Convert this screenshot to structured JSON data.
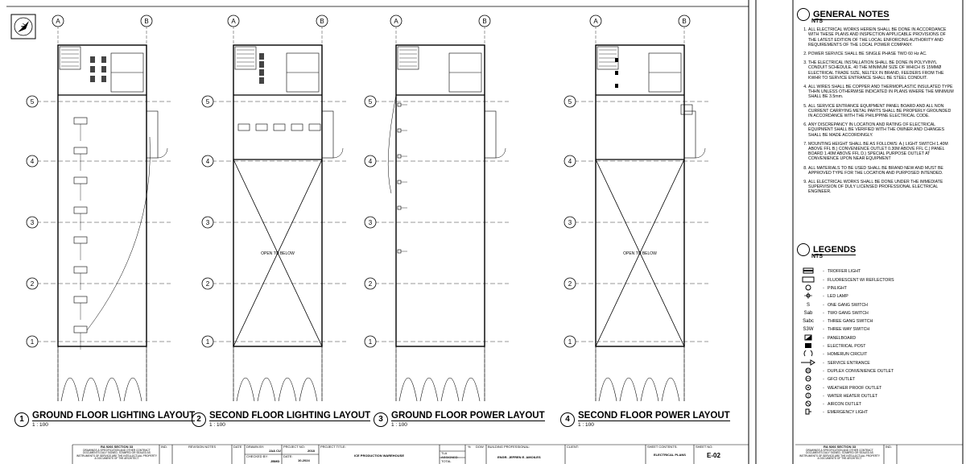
{
  "plans": [
    {
      "num": "1",
      "title": "GROUND FLOOR LIGHTING LAYOUT",
      "scale": "1 : 100"
    },
    {
      "num": "2",
      "title": "SECOND FLOOR LIGHTING LAYOUT",
      "scale": "1 : 100",
      "label": "OPEN TO BELOW"
    },
    {
      "num": "3",
      "title": "GROUND FLOOR POWER LAYOUT",
      "scale": "1 : 100"
    },
    {
      "num": "4",
      "title": "SECOND FLOOR POWER LAYOUT",
      "scale": "1 : 100",
      "label": "OPEN TO BELOW"
    }
  ],
  "grid": {
    "columns": [
      "A",
      "B"
    ],
    "rows": [
      "5",
      "4",
      "3",
      "2",
      "1"
    ]
  },
  "general_notes": {
    "title": "GENERAL NOTES",
    "nts": "NTS",
    "items": [
      "ALL ELECTRICAL WORKS HEREIN SHALL BE DONE IN ACCORDANCE WITH THESE PLANS AND INSPECTION APPLICABLE PROVISIONS OF THE LATEST EDITION OF THE LOCAL ENFORCING AUTHORITY AND REQUIREMENTS OF THE LOCAL POWER COMPANY.",
      "POWER SERVICE SHALL BE SINGLE PHASE TWO 60 Hz AC.",
      "THE ELECTRICAL INSTALLATION SHALL BE DONE IN POLYVINYL CONDUIT SCHEDULE, 40 THE MINIMUM SIZE OF WHICH IS 15MMØ ELECTRICAL TRADE SIZE, NELTEX IN BRAND, FEEDERS FROM THE KWHR TO SERVICE ENTRANCE SHALL BE STEEL CONDUIT.",
      "ALL WIRES SHALL BE COPPER AND THERMOPLASTIC INSULATED TYPE THHN UNLESS OTHERWISE INDICATED IN PLANS WHERE THE MINIMUM SHALL BE 3.5mm.",
      "ALL SERVICE ENTRANCE EQUIPMENT PANEL BOARD AND ALL NON CURRENT CARRYING METAL PARTS SHALL BE PROPERLY GROUNDED IN ACCORDANCE WITH THE PHILIPPINE ELECTRICAL CODE.",
      "ANY DISCREPANCY IN LOCATION AND RATING OF ELECTRICAL EQUIPMENT SHALL BE VERIFIED WITH THE OWNER AND CHANGES SHALL BE MADE ACCORDINGLY.",
      "MOUNTING HEIGHT SHALL BE AS FOLLOWS: A.) LIGHT SWITCH 1.40M ABOVE FFL  B.) CONVENIENCE OUTLET 0.30M ABOVE FFL  C.) PANEL BOARD 1.40M ABOVE FFL  D.) SPECIAL PURPOSE OUTLET AT CONVENIENCE UPON NEAR EQUIPMENT",
      "ALL MATERIALS TO BE USED SHALL BE BRAND NEW AND MUST BE APPROVED TYPE FOR THE LOCATION AND PURPOSED INTENDED.",
      "ALL ELECTRICAL WORKS SHALL BE DONE UNDER THE IMMEDIATE SUPERVISION OF DULY LICENSED PROFESSIONAL ELECTRICAL ENGINEER."
    ]
  },
  "legends": {
    "title": "LEGENDS",
    "nts": "NTS",
    "items": [
      {
        "sym": "troffer",
        "label": "TROFFER LIGHT"
      },
      {
        "sym": "fluorescent",
        "label": "FLUORESCENT W/ REFLECTORS"
      },
      {
        "sym": "pinlight",
        "label": "PINLIGHT"
      },
      {
        "sym": "led",
        "label": "LED LAMP"
      },
      {
        "sym": "S",
        "label": "ONE GANG SWITCH"
      },
      {
        "sym": "Sab",
        "label": "TWO GANG SWITCH"
      },
      {
        "sym": "Sabc",
        "label": "THREE GANG SWITCH"
      },
      {
        "sym": "S3W",
        "label": "THREE WAY SWITCH"
      },
      {
        "sym": "panel",
        "label": "PANELBOARD"
      },
      {
        "sym": "post",
        "label": "ELECTRICAL POST"
      },
      {
        "sym": "homerun",
        "label": "HOMERUN CIRCUIT"
      },
      {
        "sym": "service",
        "label": "SERVICE ENTRANCE"
      },
      {
        "sym": "duplex",
        "label": "DUPLEX CONVENIENCE OUTLET"
      },
      {
        "sym": "gfci",
        "label": "GFCI OUTLET"
      },
      {
        "sym": "wp",
        "label": "WEATHER PROOF OUTLET"
      },
      {
        "sym": "wh",
        "label": "WATER HEATER OUTLET"
      },
      {
        "sym": "aircon",
        "label": "AIRCON OUTLET"
      },
      {
        "sym": "emergency",
        "label": "EMERGENCY LIGHT"
      }
    ]
  },
  "title_block": {
    "law": "RA 9266 SECTION 33",
    "law_text": "DRAWINGS & SPECIFICATION AND OTHER CONTRACT DOCUMENTS DULY SIGNED, STAMPED OR SEALED AS INSTRUMENTS OF SERVICE ARE THE INTELLECTUAL PROPERTY & DOCUMENTS OF THE ARCHITECT",
    "ind": "IND.",
    "revision_notes": "REVISION NOTES",
    "date": "DATE",
    "drawn_by_label": "DRAWN BY:",
    "drawn_by": "JAA CU",
    "checked_by_label": "CHECKED BY:",
    "checked_by": "JBMD",
    "project_no_label": "PROJECT NO:",
    "project_no": "2018",
    "date_label": "DATE:",
    "date_value": "10-2024",
    "project_title_label": "PROJECT TITLE:",
    "project_title": "ICE PRODUCTION WAREHOUSE",
    "pct": "%",
    "dow": "DOW",
    "tla": "TLA",
    "assigned": "ASSIGNED",
    "total": "TOTAL",
    "building_prof_label": "BUILDING PROFESSIONAL:",
    "building_prof": "ENGR. JEFREN E. AMOILES",
    "client_label": "CLIENT:",
    "sheet_contents_label": "SHEET CONTENTS:",
    "sheet_contents": "ELECTRICAL PLANS",
    "sheet_no_label": "SHEET NO:",
    "sheet_no": "E-02"
  }
}
